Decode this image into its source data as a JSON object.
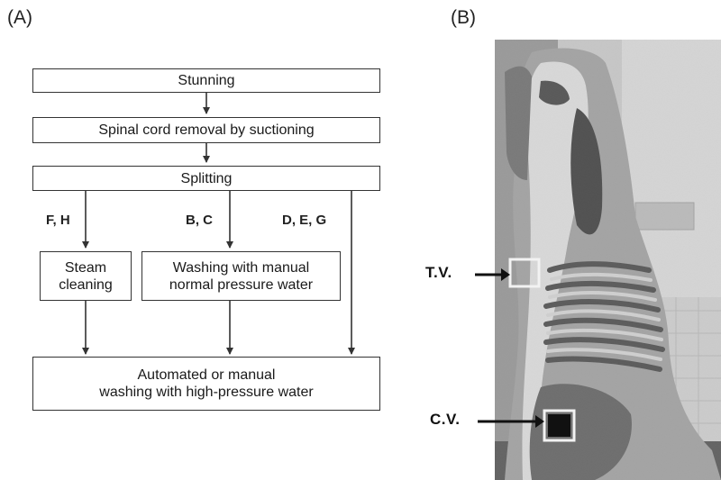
{
  "panels": {
    "a_label": "(A)",
    "b_label": "(B)"
  },
  "flow": {
    "stunning": "Stunning",
    "spinal": "Spinal cord removal by suctioning",
    "splitting": "Splitting",
    "steam": "Steam\ncleaning",
    "washing_manual": "Washing with manual\nnormal pressure water",
    "final": "Automated or manual\nwashing with high-pressure water",
    "branch_left": "F, H",
    "branch_mid": "B, C",
    "branch_right": "D, E, G"
  },
  "photo": {
    "tv_label": "T.V.",
    "cv_label": "C.V."
  }
}
